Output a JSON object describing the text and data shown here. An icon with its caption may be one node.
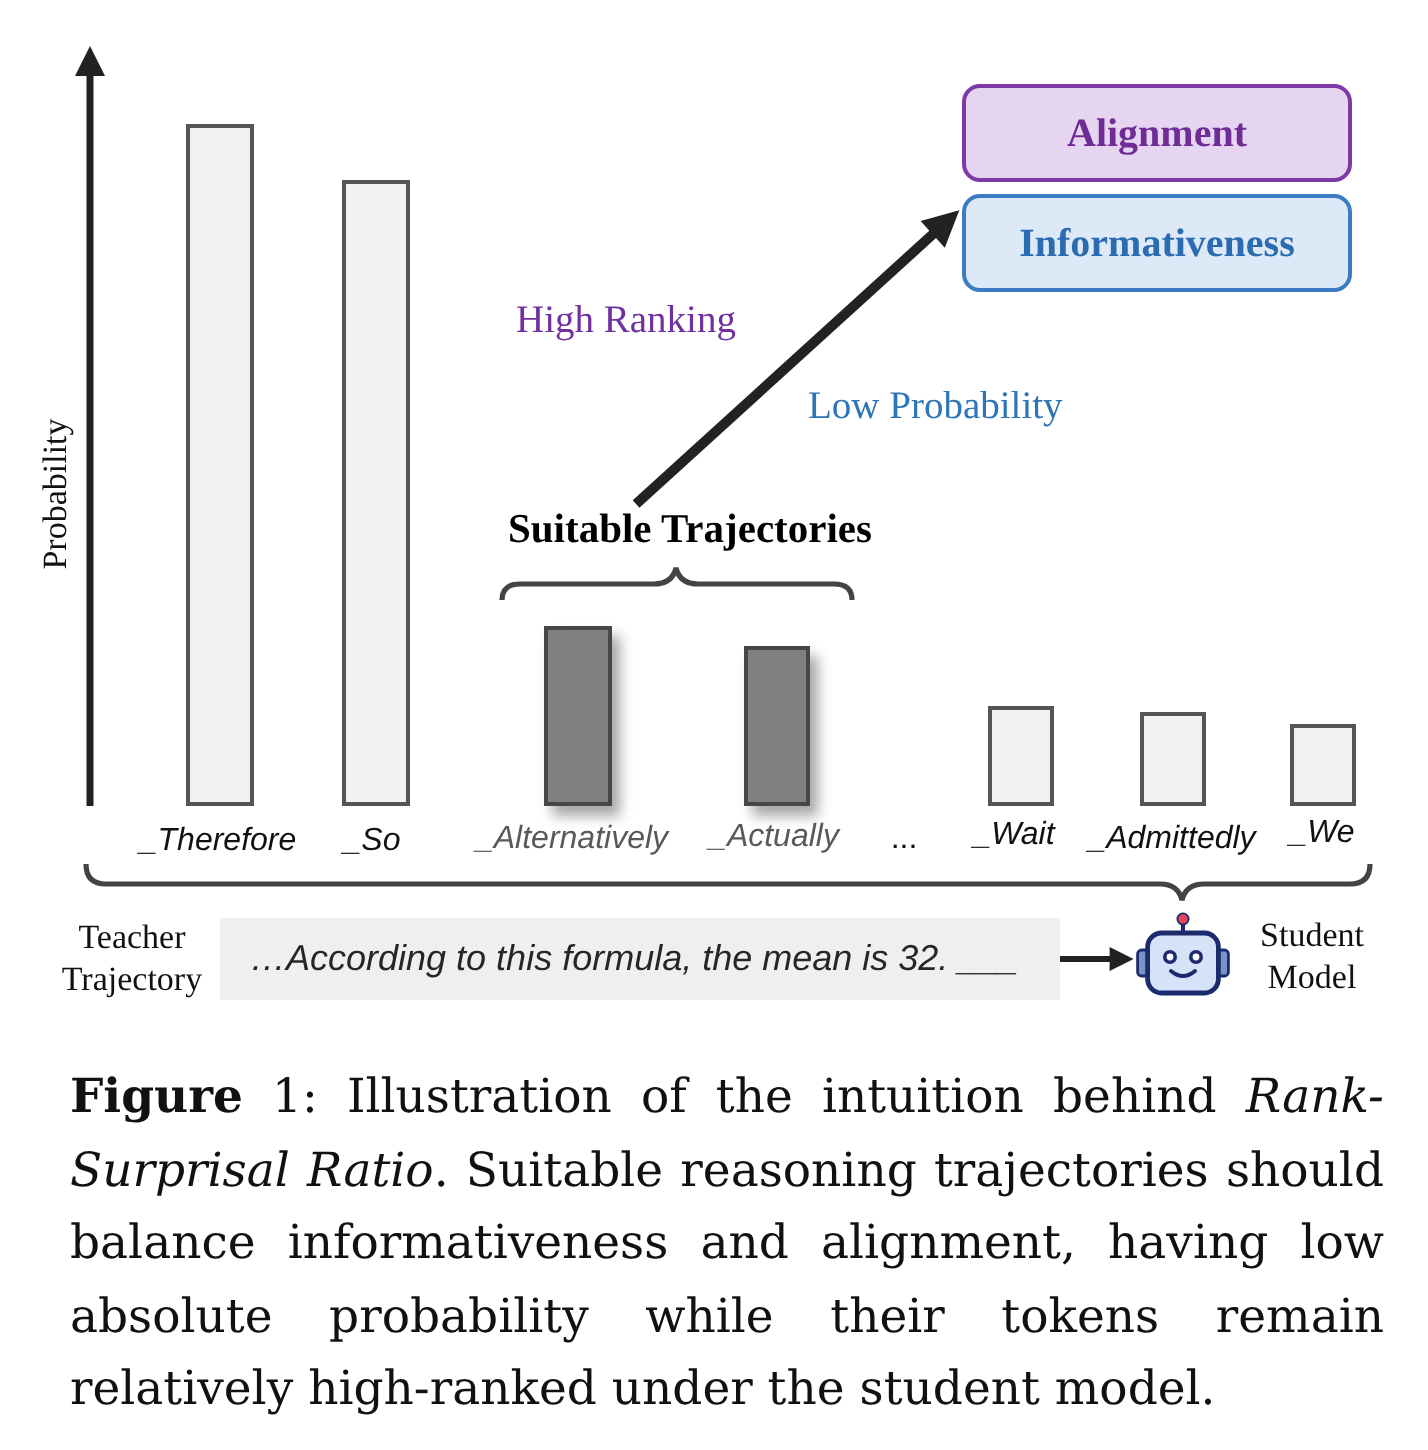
{
  "diagram": {
    "caption": "**Figure** 1: Illustration of the intuition behind *Rank-Surprisal Ratio*. Suitable reasoning trajectories should balance informativeness and alignment, having low absolute probability while their tokens remain relatively high-ranked under the student model.",
    "nodes": [
      {
        "text": [
          "Alignment"
        ]
      },
      {
        "text": [
          "Informativeness"
        ]
      },
      {
        "text": [
          "Suitable Trajectories"
        ]
      },
      {
        "text": [],
        "shape": "bar",
        "beside": [
          "_Therefore"
        ]
      },
      {
        "text": [],
        "shape": "bar",
        "beside": [
          "_So"
        ]
      },
      {
        "text": [],
        "shape": "bar",
        "beside": [
          "_Alternatively"
        ]
      },
      {
        "text": [],
        "shape": "bar",
        "beside": [
          "_Actually"
        ]
      },
      {
        "text": [],
        "shape": "bar",
        "beside": [
          "_Wait"
        ]
      },
      {
        "text": [],
        "shape": "bar",
        "beside": [
          "_Admittedly"
        ]
      },
      {
        "text": [],
        "shape": "bar",
        "beside": [
          "_We"
        ]
      },
      {
        "text": [
          "…According to this formula, the mean is 32. ___"
        ],
        "beside": [
          "Teacher Trajectory"
        ]
      },
      {
        "text": [],
        "shape": "picture",
        "beside": [
          "Student Model"
        ]
      }
    ],
    "edges": [
      {
        "from": 2,
        "to": 1,
        "arrow": "to"
      },
      {
        "from": 10,
        "to": 11,
        "arrow": "to"
      }
    ],
    "labels": [
      "High Ranking",
      "Low Probability",
      "Probability",
      "..."
    ]
  }
}
